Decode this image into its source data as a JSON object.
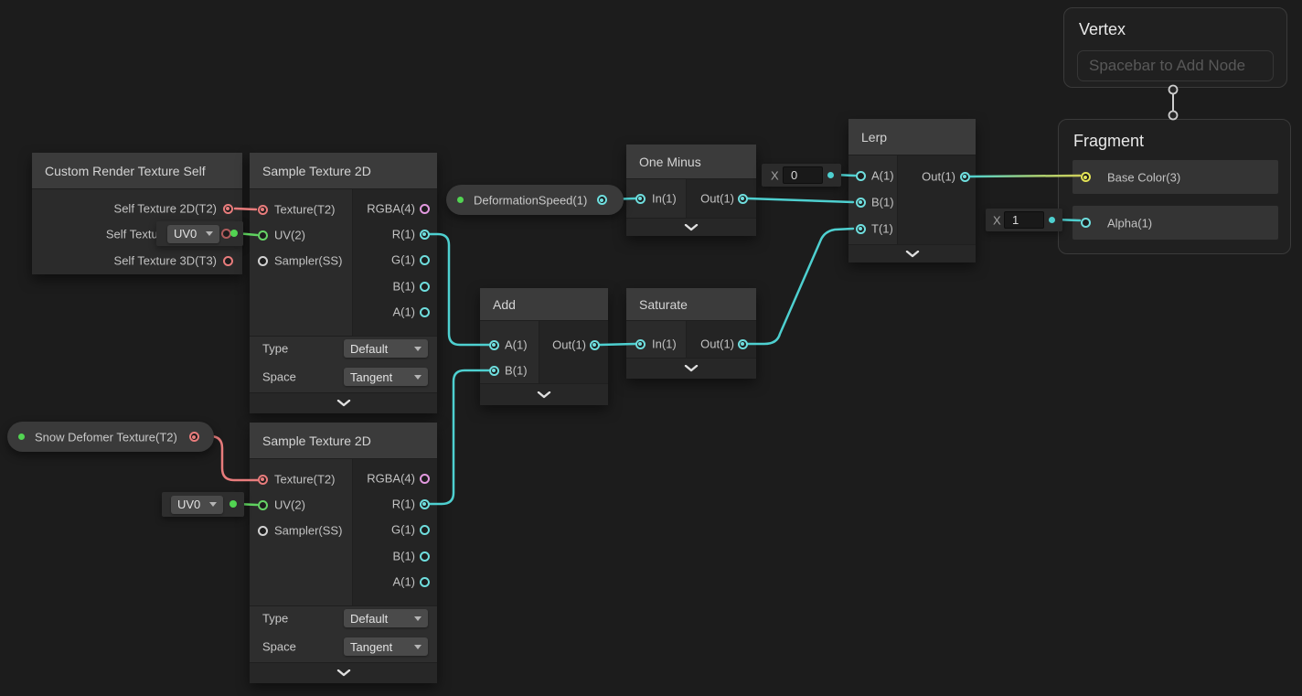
{
  "colors": {
    "background": "#1c1c1c",
    "wire_cyan": "#4ed0d0",
    "wire_green": "#5fd35f",
    "wire_salmon": "#e87c7c",
    "wire_yellow_end": "#cfcf5a",
    "port_pink": "#e39ae0",
    "port_yellow": "#e3e356"
  },
  "nodes": {
    "custom_render_texture_self": {
      "title": "Custom Render Texture Self",
      "outputs": [
        {
          "label": "Self Texture 2D(T2)"
        },
        {
          "label": "Self Texture Cube(C)"
        },
        {
          "label": "Self Texture 3D(T3)"
        }
      ]
    },
    "sample_texture_top": {
      "title": "Sample Texture 2D",
      "inputs": [
        {
          "label": "Texture(T2)"
        },
        {
          "label": "UV(2)"
        },
        {
          "label": "Sampler(SS)"
        }
      ],
      "outputs": [
        {
          "label": "RGBA(4)"
        },
        {
          "label": "R(1)"
        },
        {
          "label": "G(1)"
        },
        {
          "label": "B(1)"
        },
        {
          "label": "A(1)"
        }
      ],
      "controls": [
        {
          "label": "Type",
          "value": "Default"
        },
        {
          "label": "Space",
          "value": "Tangent"
        }
      ]
    },
    "sample_texture_bottom": {
      "title": "Sample Texture 2D",
      "inputs": [
        {
          "label": "Texture(T2)"
        },
        {
          "label": "UV(2)"
        },
        {
          "label": "Sampler(SS)"
        }
      ],
      "outputs": [
        {
          "label": "RGBA(4)"
        },
        {
          "label": "R(1)"
        },
        {
          "label": "G(1)"
        },
        {
          "label": "B(1)"
        },
        {
          "label": "A(1)"
        }
      ],
      "controls": [
        {
          "label": "Type",
          "value": "Default"
        },
        {
          "label": "Space",
          "value": "Tangent"
        }
      ]
    },
    "one_minus": {
      "title": "One Minus",
      "input": "In(1)",
      "output": "Out(1)"
    },
    "add": {
      "title": "Add",
      "inputs": [
        {
          "label": "A(1)"
        },
        {
          "label": "B(1)"
        }
      ],
      "output": "Out(1)"
    },
    "saturate": {
      "title": "Saturate",
      "input": "In(1)",
      "output": "Out(1)"
    },
    "lerp": {
      "title": "Lerp",
      "inputs": [
        {
          "label": "A(1)"
        },
        {
          "label": "B(1)"
        },
        {
          "label": "T(1)"
        }
      ],
      "output": "Out(1)"
    },
    "vertex": {
      "title": "Vertex",
      "placeholder": "Spacebar to Add Node"
    },
    "fragment": {
      "title": "Fragment",
      "ports": [
        {
          "label": "Base Color(3)"
        },
        {
          "label": "Alpha(1)"
        }
      ]
    }
  },
  "properties": {
    "deformation_speed": {
      "label": "DeformationSpeed(1)"
    },
    "snow_deformer": {
      "label": "Snow Defomer Texture(T2)"
    }
  },
  "widgets": {
    "uv_top": {
      "value": "UV0"
    },
    "uv_bottom": {
      "value": "UV0"
    },
    "x_lerp_a": {
      "label": "X",
      "value": "0"
    },
    "x_alpha": {
      "label": "X",
      "value": "1"
    }
  }
}
